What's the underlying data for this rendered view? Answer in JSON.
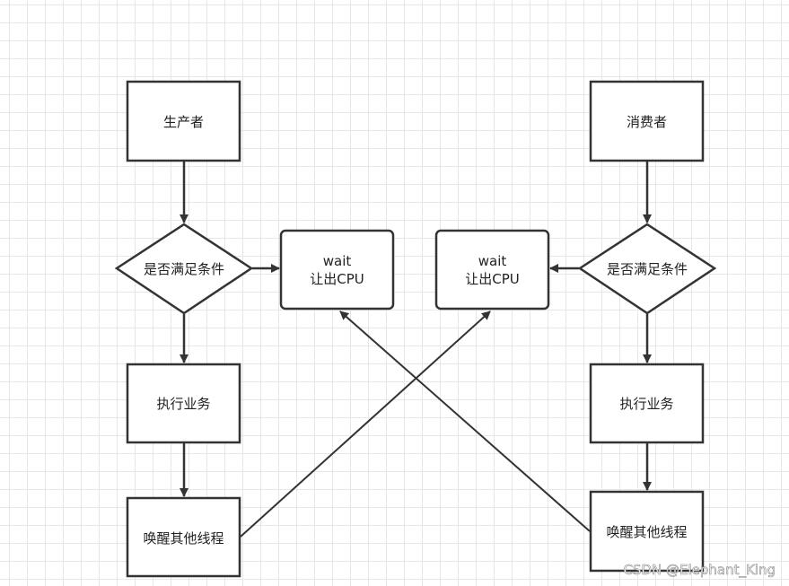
{
  "producer": {
    "start": "生产者",
    "decision": "是否满足条件",
    "wait_line1": "wait",
    "wait_line2": "让出CPU",
    "work": "执行业务",
    "notify": "唤醒其他线程"
  },
  "consumer": {
    "start": "消费者",
    "decision": "是否满足条件",
    "wait_line1": "wait",
    "wait_line2": "让出CPU",
    "work": "执行业务",
    "notify": "唤醒其他线程"
  },
  "watermark": "CSDN @Elephant_King",
  "colors": {
    "stroke": "#333333",
    "grid": "#e7e7e7",
    "background": "#ffffff"
  }
}
